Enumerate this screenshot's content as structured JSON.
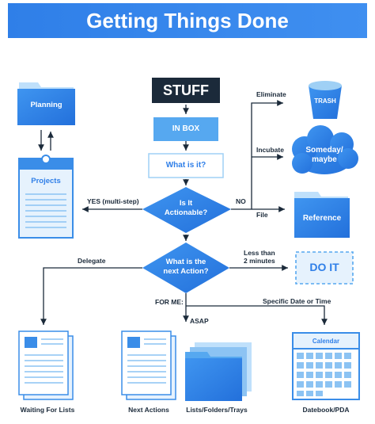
{
  "title": "Getting Things Done",
  "nodes": {
    "stuff": "STUFF",
    "inbox": "IN BOX",
    "what_is_it": "What is it?",
    "actionable": [
      "Is It",
      "Actionable?"
    ],
    "next_action": [
      "What is the",
      "next Action?"
    ],
    "trash": "TRASH",
    "someday": [
      "Someday/",
      "maybe"
    ],
    "reference": "Reference",
    "do_it": "DO IT",
    "planning": "Planning",
    "projects": "Projects",
    "calendar": "Calendar"
  },
  "edge_labels": {
    "eliminate": "Eliminate",
    "incubate": "Incubate",
    "file": "File",
    "no": "NO",
    "yes_multi_step": "YES (multi-step)",
    "delegate": "Delegate",
    "less_than_2": [
      "Less than",
      "2 minutes"
    ],
    "for_me": "FOR ME:",
    "asap": "ASAP",
    "specific_date": "Specific Date or Time"
  },
  "outputs": {
    "waiting": "Waiting For Lists",
    "next_actions": "Next Actions",
    "lists_folders": "Lists/Folders/Trays",
    "datebook": "Datebook/PDA"
  },
  "colors": {
    "brand_blue": "#2f7fe8",
    "dark_navy": "#1b2a3a",
    "light_blue": "#9fd0f5",
    "pale_blue": "#e6f2fd"
  }
}
